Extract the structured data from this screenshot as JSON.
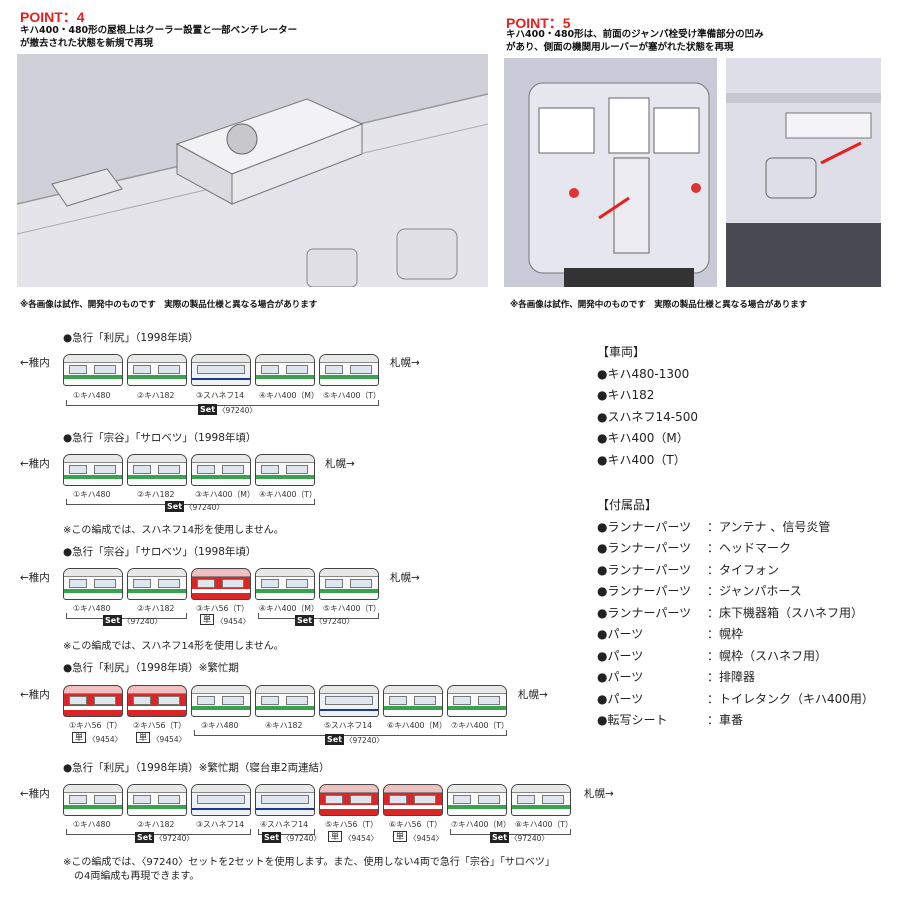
{
  "point4": {
    "title": "POINT：4",
    "desc1": "キハ400・480形の屋根上はクーラー設置と一部ベンチレーター",
    "desc2": "が撤去された状態を新規で再現",
    "note": "※各画像は試作、開発中のものです　実際の製品仕様と異なる場合があります"
  },
  "point5": {
    "title": "POINT：5",
    "desc1": "キハ400・480形は、前面のジャンパ栓受け準備部分の凹み",
    "desc2": "があり、側面の機関用ルーバーが塞がれた状態を再現",
    "note": "※各画像は試作、開発中のものです　実際の製品仕様と異なる場合があります"
  },
  "colors": {
    "accent_red": "#e5201e",
    "stripe_green": "#3aa14f",
    "car_red": "#d92727"
  },
  "formations": [
    {
      "title": "●急行「利尻」（1998年頃）",
      "from": "←稚内",
      "to": "札幌→",
      "cars": [
        "①キハ480",
        "②キハ182",
        "③スハネフ14",
        "④キハ400（M）",
        "⑤キハ400（T）"
      ],
      "set": "Set",
      "set_code": "〈97240〉"
    },
    {
      "title": "●急行「宗谷」「サロベツ」（1998年頃）",
      "from": "←稚内",
      "to": "札幌→",
      "cars": [
        "①キハ480",
        "②キハ182",
        "③キハ400（M）",
        "④キハ400（T）"
      ],
      "set": "Set",
      "set_code": "〈97240〉",
      "remark": "※この編成では、スハネフ14形を使用しません。"
    },
    {
      "title": "●急行「宗谷」「サロベツ」（1998年頃）",
      "from": "←稚内",
      "to": "札幌→",
      "cars": [
        "①キハ480",
        "②キハ182",
        "③キハ56（T）",
        "④キハ400（M）",
        "⑤キハ400（T）"
      ],
      "set": "Set",
      "set_code": "〈97240〉",
      "single": "単",
      "single_code": "〈9454〉",
      "remark": "※この編成では、スハネフ14形を使用しません。"
    },
    {
      "title": "●急行「利尻」（1998年頃）※繁忙期",
      "from": "←稚内",
      "to": "札幌→",
      "cars": [
        "①キハ56（T）",
        "②キハ56（T）",
        "③キハ480",
        "④キハ182",
        "⑤スハネフ14",
        "⑥キハ400（M）",
        "⑦キハ400（T）"
      ],
      "set": "Set",
      "set_code": "〈97240〉",
      "single": "単",
      "single_code": "〈9454〉"
    },
    {
      "title": "●急行「利尻」（1998年頃）※繁忙期（寝台車2両連結）",
      "from": "←稚内",
      "to": "札幌→",
      "cars": [
        "①キハ480",
        "②キハ182",
        "③スハネフ14",
        "④スハネフ14",
        "⑤キハ56（T）",
        "⑥キハ56（T）",
        "⑦キハ400（M）",
        "⑧キハ400（T）"
      ],
      "set": "Set",
      "set_code": "〈97240〉",
      "single": "単",
      "single_code": "〈9454〉",
      "remark1": "※この編成では、〈97240〉セットを2セットを使用します。また、使用しない4両で急行「宗谷」「サロベツ」",
      "remark2": "の4両編成も再現できます。"
    }
  ],
  "vehicles": {
    "heading": "【車両】",
    "items": [
      "●キハ480-1300",
      "●キハ182",
      "●スハネフ14-500",
      "●キハ400（M）",
      "●キハ400（T）"
    ]
  },
  "accessories": {
    "heading": "【付属品】",
    "items": [
      {
        "k": "●ランナーパーツ",
        "v": "：アンテナ 、信号炎管"
      },
      {
        "k": "●ランナーパーツ",
        "v": "：ヘッドマーク"
      },
      {
        "k": "●ランナーパーツ",
        "v": "：タイフォン"
      },
      {
        "k": "●ランナーパーツ",
        "v": "：ジャンパホース"
      },
      {
        "k": "●ランナーパーツ",
        "v": "：床下機器箱（スハネフ用）"
      },
      {
        "k": "●パーツ",
        "v": "：幌枠"
      },
      {
        "k": "●パーツ",
        "v": "：幌枠（スハネフ用）"
      },
      {
        "k": "●パーツ",
        "v": "：排障器"
      },
      {
        "k": "●パーツ",
        "v": "：トイレタンク（キハ400用）"
      },
      {
        "k": "●転写シート",
        "v": "：車番"
      }
    ]
  }
}
